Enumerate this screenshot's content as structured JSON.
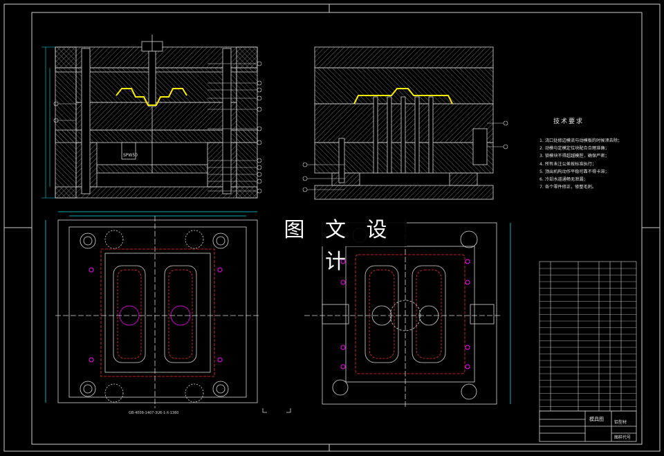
{
  "watermark": "图 文 设 计",
  "tech_requirements": {
    "title": "技术要求",
    "lines": [
      "1. 浇口处修边模流与动模板的时候须去除；",
      "2. 动模与定模定位块配合合理准确；",
      "3. 锁模块不得超越模腔，确保严密；",
      "4. 所有未注公差按标准执行；",
      "5. 顶出机构动作平稳可靠不得卡滞；",
      "6. 冷却水道通畅无泄漏；",
      "7. 各个零件修正，修整毛刺。"
    ]
  },
  "part_label": "SPW50",
  "plan_caption": "GB-4009-1407-3U6-1-X-1360",
  "title_block": {
    "drawing_name": "模具图",
    "material": "铝型材",
    "sheet_label": "图样代号"
  },
  "colors": {
    "line": "#d8d8d8",
    "cyan": "#00e5e5",
    "yellow": "#ffee00",
    "magenta": "#ff00ff",
    "red": "#ff3030"
  }
}
